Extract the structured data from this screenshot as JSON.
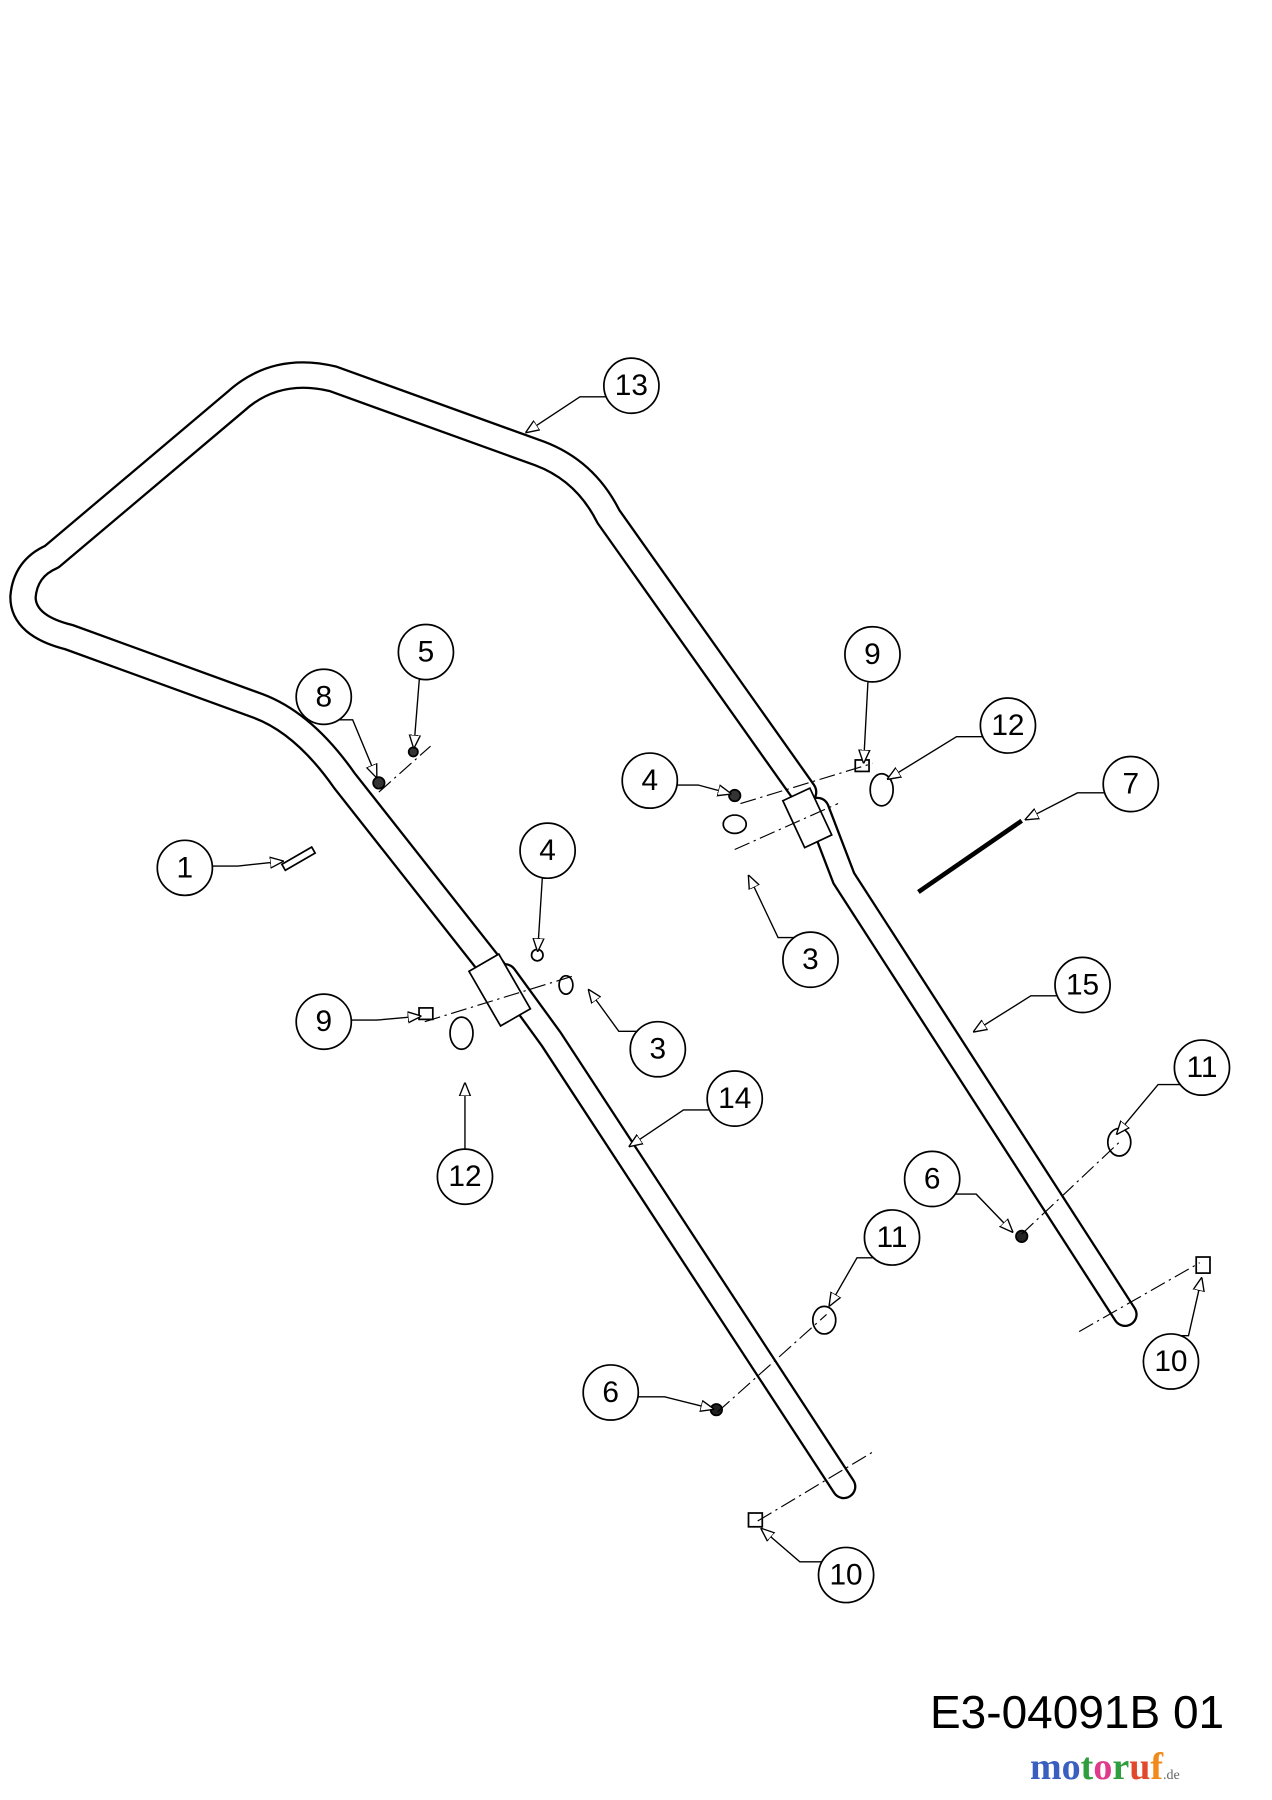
{
  "diagram_code": "E3-04091B 01",
  "watermark": {
    "text": "motoruf",
    "suffix": ".de",
    "colors": [
      "#3b5fc0",
      "#3b5fc0",
      "#2e9e3e",
      "#e03a8a",
      "#2e9e3e",
      "#e04a2a",
      "#f08a1a",
      "#f0c020"
    ]
  },
  "callouts": [
    "13",
    "5",
    "8",
    "9",
    "12",
    "4",
    "7",
    "1",
    "4",
    "3",
    "9",
    "3",
    "15",
    "14",
    "12",
    "11",
    "6",
    "11",
    "6",
    "10",
    "10"
  ]
}
